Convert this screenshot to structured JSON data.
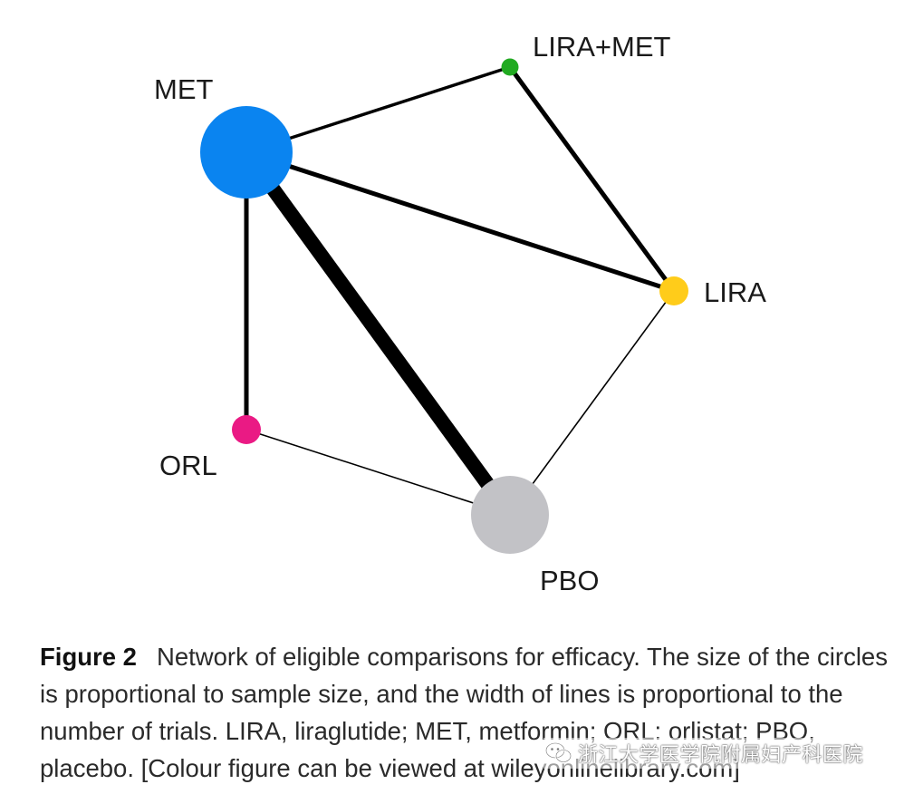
{
  "network": {
    "nodes": [
      {
        "id": "MET",
        "label": "MET",
        "color": "#0a84f0",
        "relative_size": "largest"
      },
      {
        "id": "LIRA_MET",
        "label": "LIRA+MET",
        "color": "#22aa22",
        "relative_size": "smallest"
      },
      {
        "id": "LIRA",
        "label": "LIRA",
        "color": "#ffcc1a",
        "relative_size": "small"
      },
      {
        "id": "ORL",
        "label": "ORL",
        "color": "#ea1a84",
        "relative_size": "small"
      },
      {
        "id": "PBO",
        "label": "PBO",
        "color": "#c2c2c6",
        "relative_size": "large"
      }
    ],
    "edges": [
      {
        "from": "MET",
        "to": "LIRA_MET",
        "relative_width": "medium"
      },
      {
        "from": "MET",
        "to": "LIRA",
        "relative_width": "thick"
      },
      {
        "from": "LIRA_MET",
        "to": "LIRA",
        "relative_width": "thick"
      },
      {
        "from": "MET",
        "to": "ORL",
        "relative_width": "thick"
      },
      {
        "from": "MET",
        "to": "PBO",
        "relative_width": "thickest"
      },
      {
        "from": "ORL",
        "to": "PBO",
        "relative_width": "thin"
      },
      {
        "from": "LIRA",
        "to": "PBO",
        "relative_width": "thin"
      }
    ]
  },
  "caption": {
    "label": "Figure 2",
    "text": "Network of eligible comparisons for efficacy. The size of the circles is proportional to sample size, and the width of lines is proportional to the number of trials. LIRA, liraglutide; MET, metformin; ORL: orlistat; PBO, placebo. [Colour figure can be viewed at wileyonlinelibrary.com]"
  },
  "watermark": {
    "text": "浙江大学医学院附属妇产科医院",
    "icon": "wechat-icon"
  }
}
